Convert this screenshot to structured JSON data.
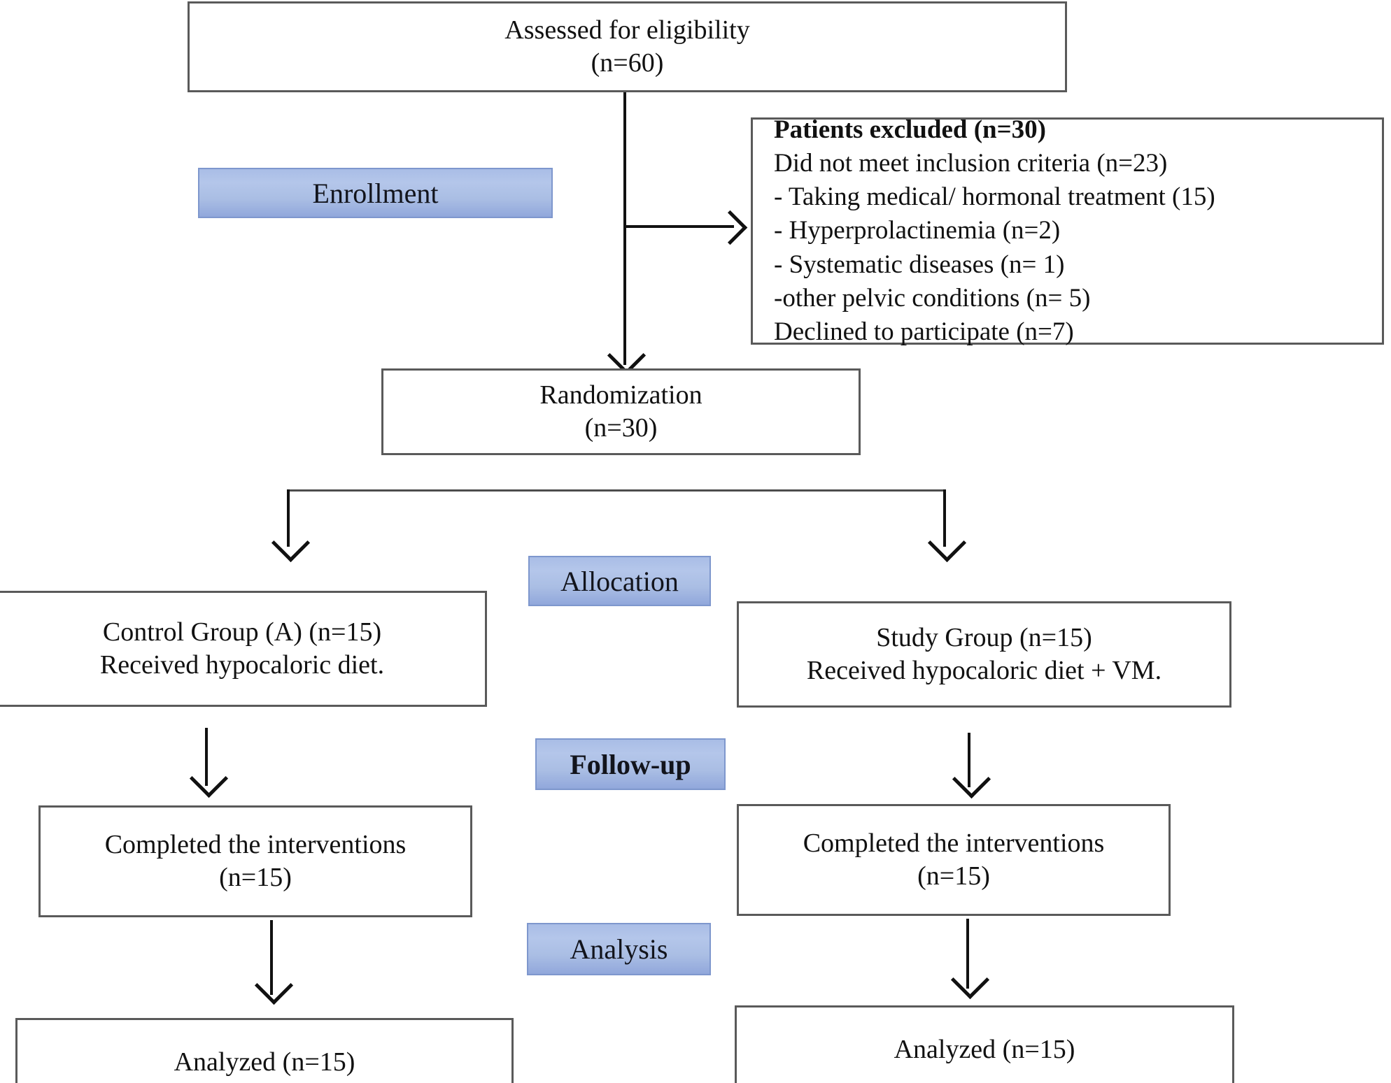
{
  "diagram": {
    "type": "consort-flow-diagram",
    "title": "CONSORT participant flow",
    "accent_color": "#a9bde6",
    "accent_border_color": "#7e97cd",
    "box_border_color": "#5a5a5a",
    "connector_color": "#111111"
  },
  "stages": {
    "enrollment": "Enrollment",
    "allocation": "Allocation",
    "followup": "Follow-up",
    "analysis": "Analysis"
  },
  "nodes": {
    "assessed": {
      "lines": [
        "Assessed for eligibility",
        "(n=60)"
      ]
    },
    "excluded": {
      "lines": [
        "Patients excluded (n=30)",
        "Did not meet inclusion criteria (n=23)",
        "- Taking medical/ hormonal treatment (15)",
        "- Hyperprolactinemia (n=2)",
        "- Systematic diseases (n= 1)",
        "-other pelvic conditions (n= 5)",
        "Declined to participate (n=7)"
      ]
    },
    "randomization": {
      "lines": [
        "Randomization",
        "(n=30)"
      ]
    },
    "control_group": {
      "lines": [
        "Control Group (A) (n=15)",
        "Received hypocaloric diet."
      ]
    },
    "study_group": {
      "lines": [
        "Study Group (n=15)",
        "Received hypocaloric diet + VM."
      ]
    },
    "completed_left": {
      "lines": [
        "Completed the interventions",
        "(n=15)"
      ]
    },
    "completed_right": {
      "lines": [
        "Completed the interventions",
        "(n=15)"
      ]
    },
    "analyzed_left": {
      "lines": [
        "Analyzed (n=15)"
      ]
    },
    "analyzed_right": {
      "lines": [
        "Analyzed (n=15)"
      ]
    }
  }
}
